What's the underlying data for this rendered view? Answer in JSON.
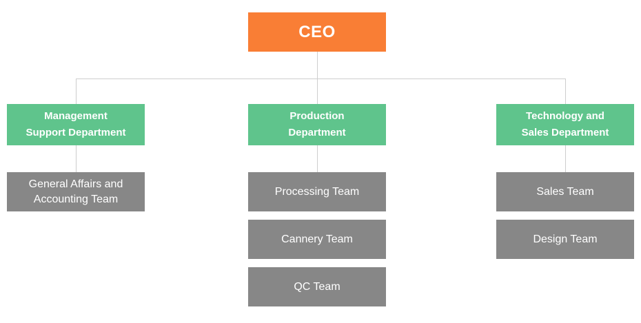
{
  "org_chart": {
    "root": {
      "label": "CEO"
    },
    "departments": [
      {
        "label": "Management Support Department",
        "teams": [
          "General Affairs and Accounting Team"
        ]
      },
      {
        "label": "Production Department",
        "teams": [
          "Processing Team",
          "Cannery Team",
          "QC Team"
        ]
      },
      {
        "label": "Technology and Sales Department",
        "teams": [
          "Sales Team",
          "Design Team"
        ]
      }
    ],
    "colors": {
      "root_bg": "#F97E35",
      "department_bg": "#5FC48C",
      "team_bg": "#878787",
      "connector": "#CDCDCD",
      "label_text": "#FFFFFF"
    }
  }
}
